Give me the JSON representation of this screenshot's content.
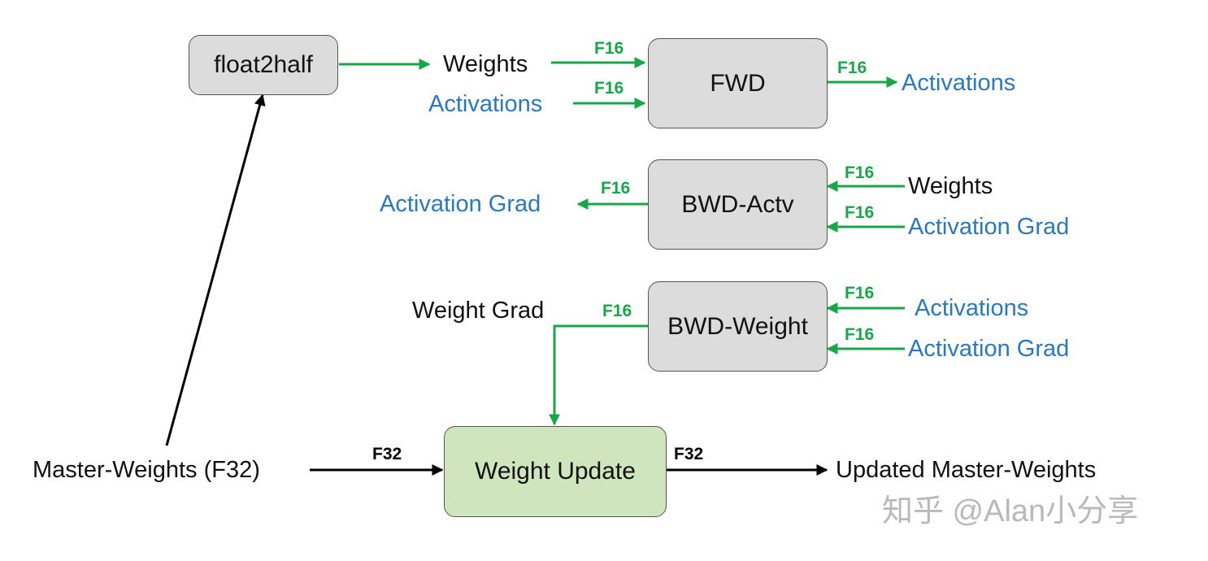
{
  "nodes": {
    "float2half": "float2half",
    "fwd": "FWD",
    "bwd_actv": "BWD-Actv",
    "bwd_weight": "BWD-Weight",
    "weight_update": "Weight Update"
  },
  "labels": {
    "weights_fwd_in": "Weights",
    "activations_fwd_in": "Activations",
    "activations_fwd_out": "Activations",
    "activation_grad_out": "Activation Grad",
    "weights_bwd_in": "Weights",
    "activation_grad_bwd_in": "Activation Grad",
    "weight_grad": "Weight Grad",
    "activations_bwdw_in": "Activations",
    "activation_grad_bwdw_in": "Activation Grad",
    "master_weights": "Master-Weights (F32)",
    "updated_master_weights": "Updated Master-Weights"
  },
  "precision_tags": {
    "f16": "F16",
    "f32": "F32"
  },
  "watermark": "知乎 @Alan小分享",
  "colors": {
    "f16_arrow": "#19a648",
    "f32_arrow": "#000000",
    "activation_text": "#2a78bd",
    "node_fill": "#dcdcdc",
    "update_fill": "#cfe5bd"
  }
}
